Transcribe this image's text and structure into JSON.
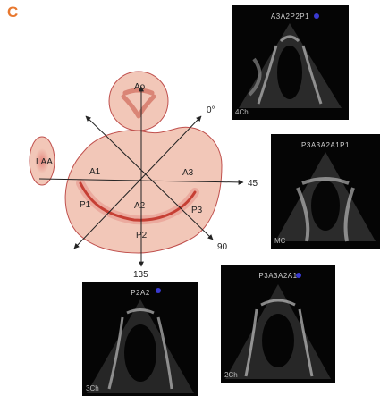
{
  "panel_letter": "C",
  "diagram": {
    "labels": {
      "ao": "Ao",
      "laa": "LAA",
      "a1": "A1",
      "a2": "A2",
      "a3": "A3",
      "p1": "P1",
      "p2": "P2",
      "p3": "P3"
    },
    "angles": {
      "deg0": "0°",
      "deg45": "45",
      "deg90": "90",
      "deg135": "135"
    },
    "colors": {
      "fill": "#f2c7b8",
      "stroke": "#c0504d",
      "arc": "#c0392b"
    }
  },
  "views": {
    "four_chamber": {
      "top": "A3A2P2P1",
      "corner": "4Ch"
    },
    "mitral_commissural": {
      "top": "P3A3A2A1P1",
      "corner": "MC"
    },
    "three_chamber": {
      "top": "P2A2",
      "corner": "3Ch"
    },
    "two_chamber": {
      "top": "P3A3A2A1",
      "corner": "2Ch"
    }
  }
}
